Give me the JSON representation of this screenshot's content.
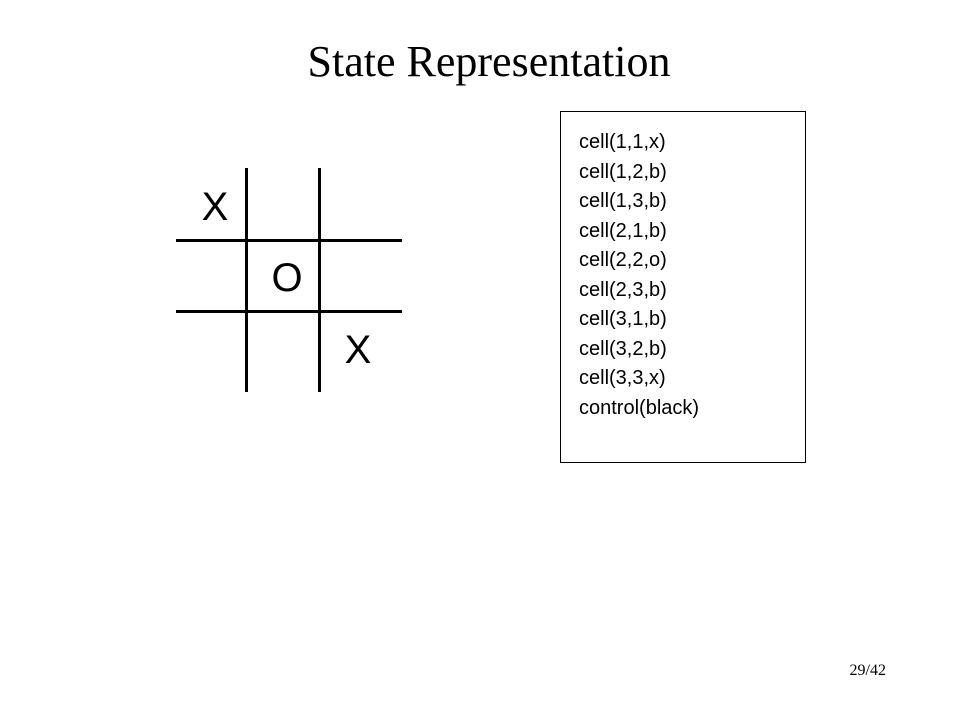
{
  "slide": {
    "title": "State Representation",
    "page_number": "29/42"
  },
  "board": {
    "cells": [
      "X",
      "",
      "",
      "",
      "O",
      "",
      "",
      "",
      "X"
    ]
  },
  "facts": [
    "cell(1,1,x)",
    "cell(1,2,b)",
    "cell(1,3,b)",
    "cell(2,1,b)",
    "cell(2,2,o)",
    "cell(2,3,b)",
    "cell(3,1,b)",
    "cell(3,2,b)",
    "cell(3,3,x)",
    "control(black)"
  ]
}
